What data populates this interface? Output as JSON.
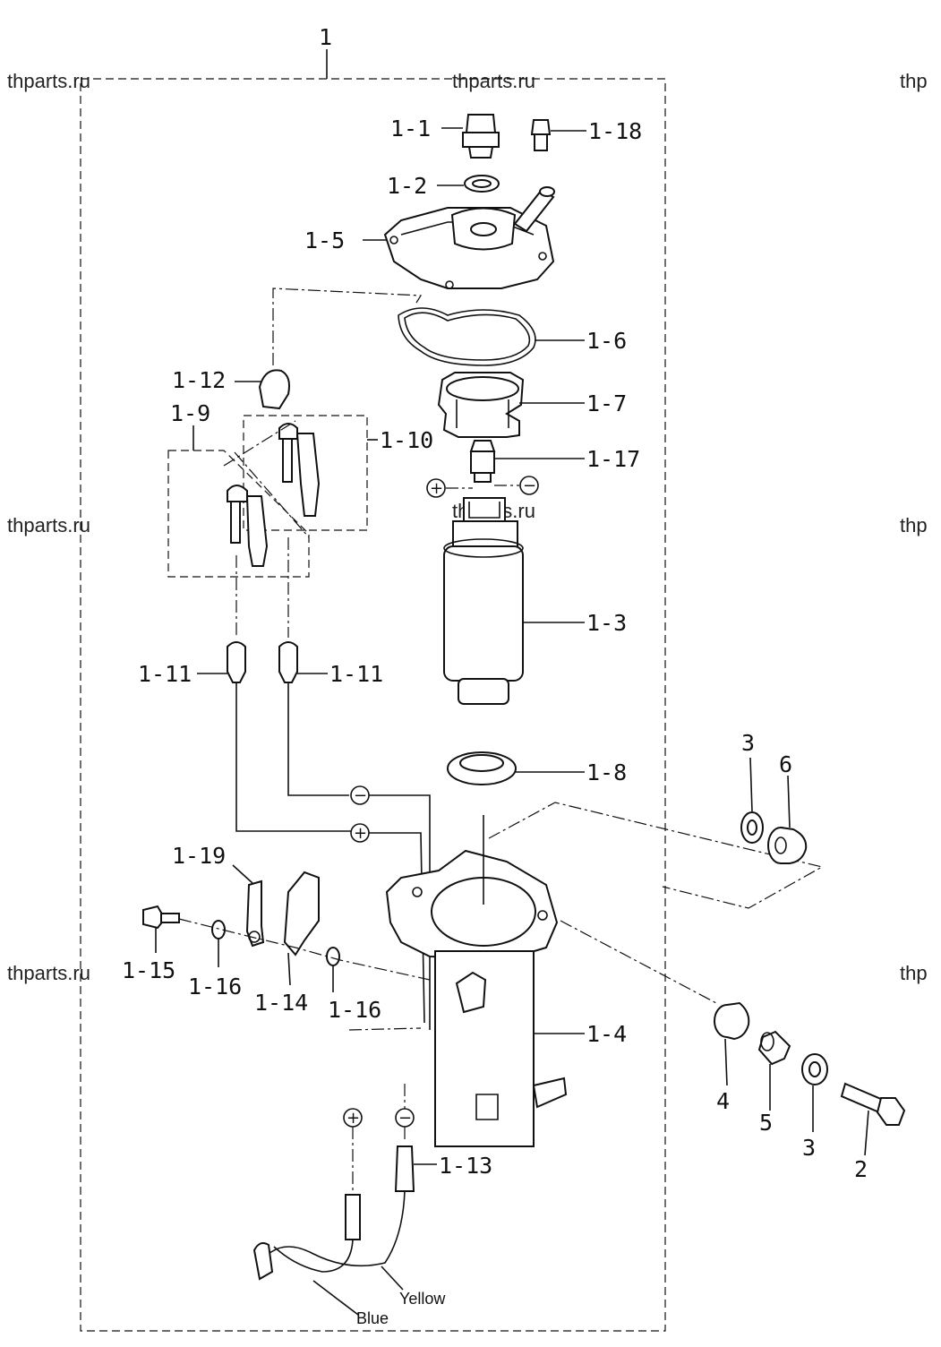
{
  "watermarks": [
    "thparts.ru",
    "thparts.ru",
    "thp",
    "thparts.ru",
    "thparts.ru",
    "thp",
    "thparts.ru",
    "thp"
  ],
  "callouts": {
    "assembly": "1",
    "p1_1": "1-1",
    "p1_2": "1-2",
    "p1_3": "1-3",
    "p1_4": "1-4",
    "p1_5": "1-5",
    "p1_6": "1-6",
    "p1_7": "1-7",
    "p1_8": "1-8",
    "p1_9": "1-9",
    "p1_10": "1-10",
    "p1_11_left": "1-11",
    "p1_11_right": "1-11",
    "p1_12": "1-12",
    "p1_13": "1-13",
    "p1_14": "1-14",
    "p1_15": "1-15",
    "p1_16_left": "1-16",
    "p1_16_right": "1-16",
    "p1_17": "1-17",
    "p1_18": "1-18",
    "p1_19": "1-19",
    "p2": "2",
    "p3_top": "3",
    "p3_bottom": "3",
    "p4": "4",
    "p5": "5",
    "p6": "6"
  },
  "polarity": {
    "plus": "+",
    "minus": "−"
  },
  "wires": {
    "yellow": "Yellow",
    "blue": "Blue"
  }
}
